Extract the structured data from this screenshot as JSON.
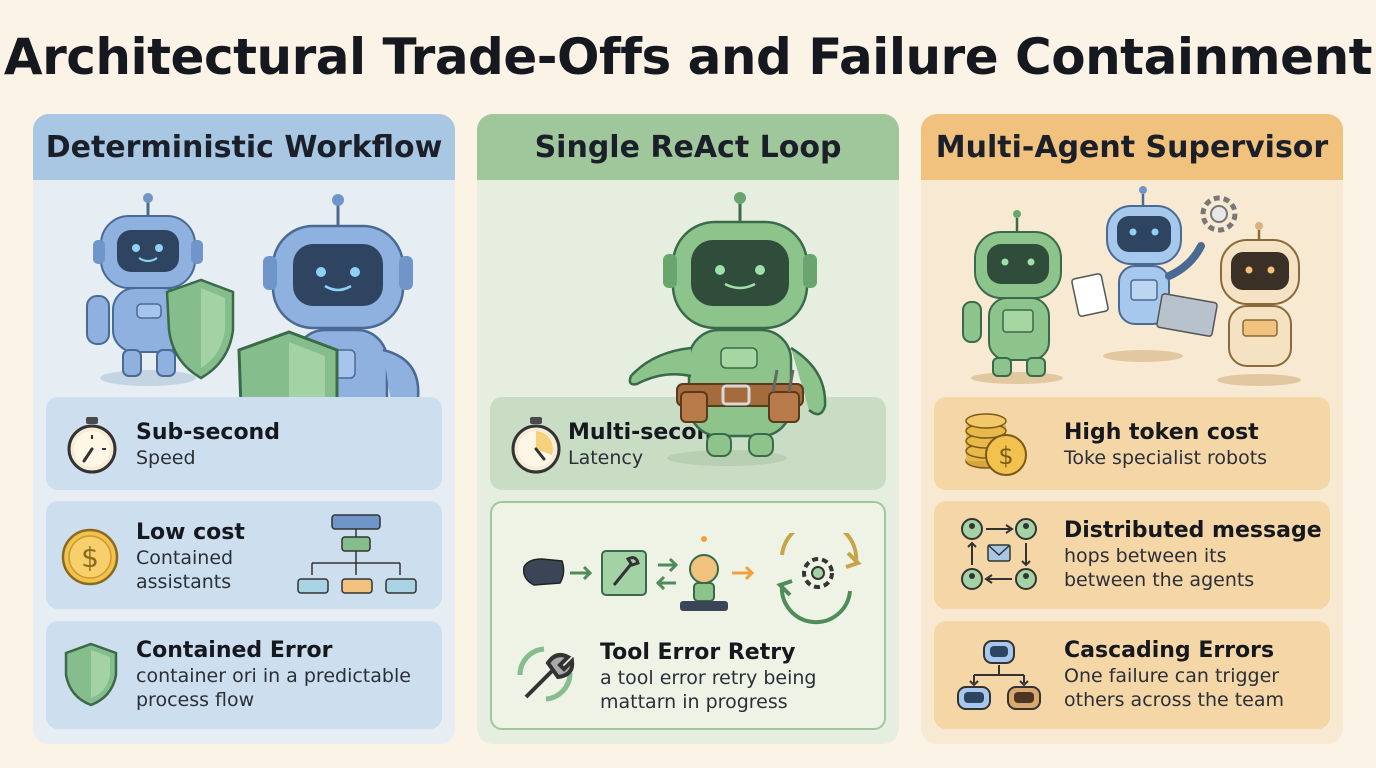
{
  "title": "Architectural Trade-Offs and Failure Containment",
  "columns": [
    {
      "heading": "Deterministic Workflow",
      "cards": [
        {
          "title": "Sub-second",
          "lines": [
            "Speed"
          ]
        },
        {
          "title": "Low cost",
          "lines": [
            "Contained",
            "assistants"
          ]
        },
        {
          "title": "Contained Error",
          "lines": [
            "container ori in a predictable",
            "process flow"
          ]
        }
      ]
    },
    {
      "heading": "Single ReAct Loop",
      "cards": [
        {
          "title": "Multi-second",
          "lines": [
            "Latency"
          ]
        },
        {
          "title": "Tool Error Retry",
          "lines": [
            "a tool error retry being",
            "mattarn in progress"
          ]
        }
      ]
    },
    {
      "heading": "Multi-Agent Supervisor",
      "cards": [
        {
          "title": "High token cost",
          "lines": [
            "Toke specialist robots"
          ]
        },
        {
          "title": "Distributed message",
          "lines": [
            "hops between its",
            "between the agents"
          ]
        },
        {
          "title": "Cascading Errors",
          "lines": [
            "One failure can trigger",
            "others across the team"
          ]
        }
      ]
    }
  ],
  "icons": [
    "stopwatch-icon",
    "coin-icon",
    "workflow-icon",
    "shield-icon",
    "wrench-icon",
    "gear-icon",
    "coins-icon",
    "message-network-icon",
    "robot-cascade-icon"
  ],
  "colors": {
    "blue": "#a8c7e3",
    "green": "#9fc79b",
    "orange": "#f1c27e"
  }
}
